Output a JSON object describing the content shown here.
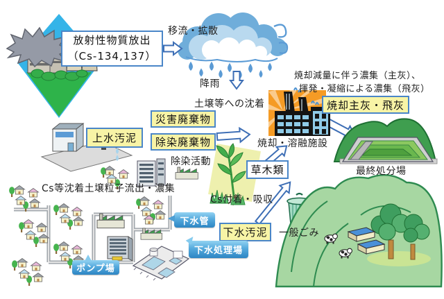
{
  "labels": {
    "release_line1": "放射性物質放出",
    "release_line2": "（Cs-134,137）",
    "advection": "移流・拡散",
    "rainfall": "降雨",
    "deposition": "土壌等への沈着",
    "disaster_waste": "災害廃棄物",
    "decon_waste": "除染廃棄物",
    "decon_activity": "除染活動",
    "water_sludge": "上水汚泥",
    "cs_soil": "Cs等沈着土壌粒子流出・濃集",
    "conc_line1": "焼却減量に伴う濃集（主灰）、",
    "conc_line2": "揮発・凝縮による濃集（飛灰）",
    "incin_ash": "焼却主灰・飛灰",
    "facility": "焼却・溶融施設",
    "landfill": "最終処分場",
    "plants": "草木類",
    "cs_adhesion": "Cs付着・吸収",
    "general_waste": "一般ごみ",
    "sewage_sludge": "下水汚泥",
    "sewer_pipe": "下水管",
    "treatment_plant": "下水処理場",
    "pump_station": "ポンプ場"
  },
  "colors": {
    "box_border_blue": "#4a86c8",
    "box_fill_yellow": "#f8f4a6",
    "box_fill_white": "#ffffff",
    "callout_blue": "#2d85c3",
    "arrow_outline_blue": "#3d6eb5",
    "diamond_blue": "#35b4e8",
    "diamond_green": "#2eb34a",
    "sunburst_orange": "#f59b25",
    "hills_green": "#a7d7a2",
    "cloud_blue": "#5b9bd5",
    "text": "#1f1f1f"
  },
  "illustrations": [
    "nuclear-power-plant",
    "explosion-smoke",
    "rain-cloud",
    "water-supply-facility",
    "faucet",
    "residential-houses",
    "sewer-pipe-network",
    "apartment-buildings",
    "small-factory",
    "pump-station-building",
    "sewage-treatment-plant",
    "seedling",
    "grass",
    "trash-can",
    "garbage-bag",
    "incineration-facility",
    "landfill-site",
    "green-hills",
    "barns",
    "cows",
    "trees"
  ]
}
